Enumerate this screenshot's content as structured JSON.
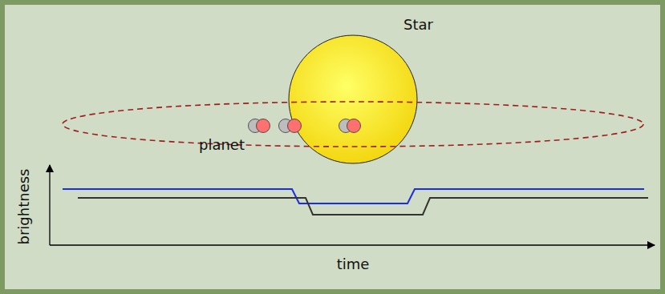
{
  "diagram": {
    "labels": [
      "Star",
      "planet",
      "brightness",
      "time"
    ]
  }
}
